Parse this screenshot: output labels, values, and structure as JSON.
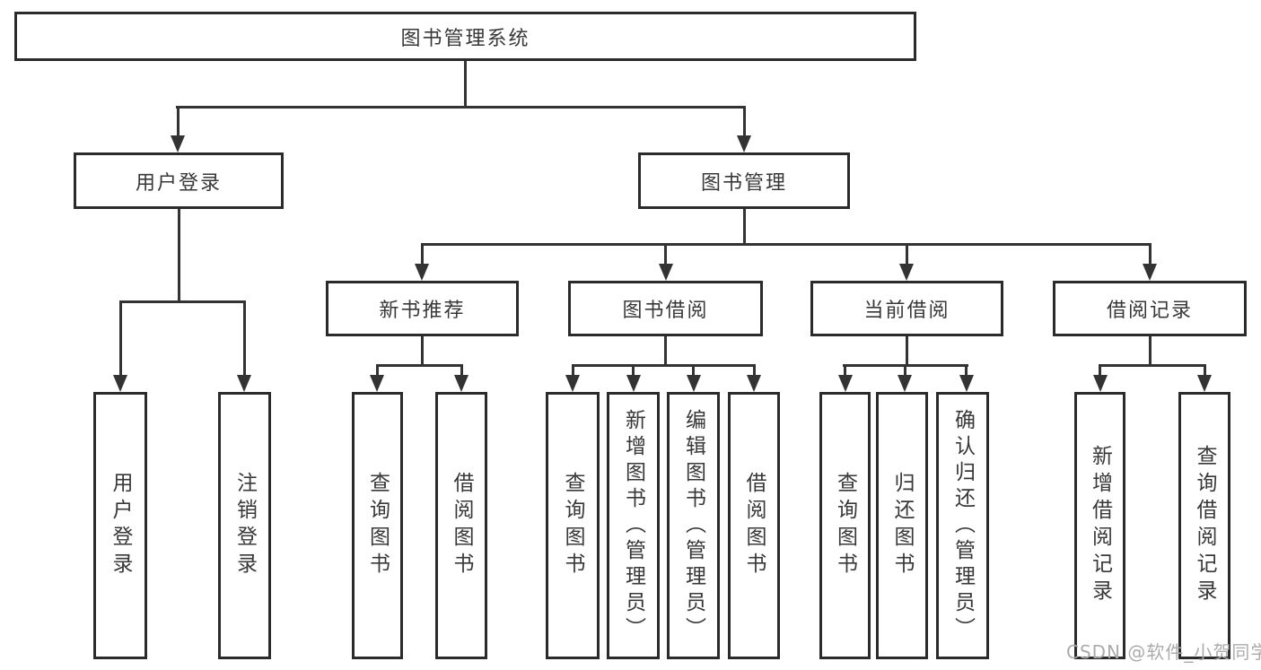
{
  "diagram": {
    "root": "图书管理系统",
    "level2": {
      "user_login": "用户登录",
      "book_management": "图书管理"
    },
    "level3": {
      "new_book_recommend": "新书推荐",
      "book_borrow": "图书借阅",
      "current_borrow": "当前借阅",
      "borrow_records": "借阅记录"
    },
    "leaves": {
      "user_login": "用户登录",
      "logout": "注销登录",
      "recommend_query_book": "查询图书",
      "recommend_borrow_book": "借阅图书",
      "borrow_query_book": "查询图书",
      "borrow_add_book": "新增图书（管理员）",
      "borrow_edit_book": "编辑图书（管理员）",
      "borrow_borrow_book": "借阅图书",
      "current_query_book": "查询图书",
      "current_return_book": "归还图书",
      "current_confirm_return": "确认归还（管理员）",
      "records_add_record": "新增借阅记录",
      "records_query_record": "查询借阅记录"
    }
  },
  "watermark": "CSDN @软件_小贺同学",
  "colors": {
    "line": "#333333",
    "box_border": "#2b2b2b",
    "text": "#383838",
    "watermark": "#ababab",
    "background": "#ffffff"
  }
}
